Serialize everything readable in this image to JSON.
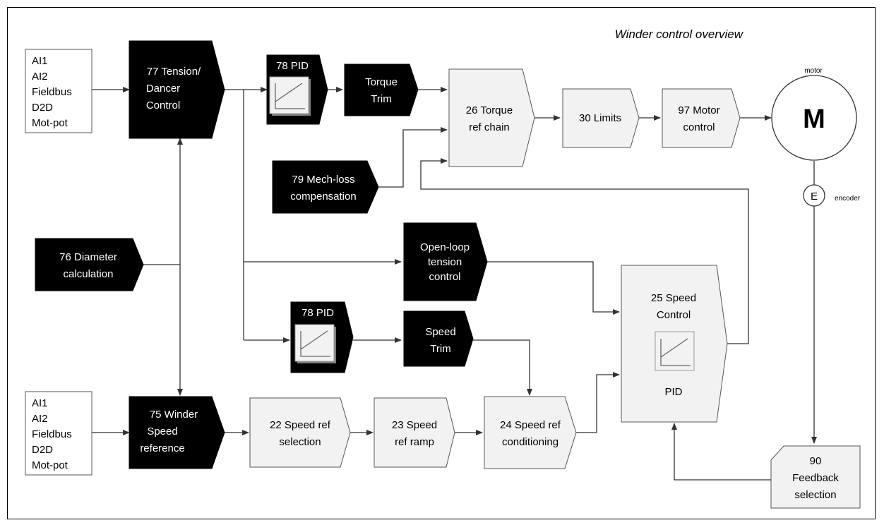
{
  "title": "Winder control overview",
  "sources": {
    "top": [
      "AI1",
      "AI2",
      "Fieldbus",
      "D2D",
      "Mot-pot"
    ],
    "bottom": [
      "AI1",
      "AI2",
      "Fieldbus",
      "D2D",
      "Mot-pot"
    ]
  },
  "blocks": {
    "tension_control": [
      "77 Tension/",
      "Dancer",
      "Control"
    ],
    "pid_top": "78 PID",
    "torque_trim": [
      "Torque",
      "Trim"
    ],
    "torque_ref_chain": [
      "26 Torque",
      "ref chain"
    ],
    "limits": "30 Limits",
    "motor_control": [
      "97 Motor",
      "control"
    ],
    "mech_loss": [
      "79 Mech-loss",
      "compensation"
    ],
    "diameter_calc": [
      "76 Diameter",
      "calculation"
    ],
    "open_loop": [
      "Open-loop",
      "tension",
      "control"
    ],
    "pid_mid": "78 PID",
    "speed_trim": [
      "Speed",
      "Trim"
    ],
    "speed_control": [
      "25 Speed",
      "Control"
    ],
    "speed_control_pid": "PID",
    "winder_speed_ref": [
      "75 Winder",
      "Speed",
      "reference"
    ],
    "speed_ref_selection": [
      "22 Speed ref",
      "selection"
    ],
    "speed_ref_ramp": [
      "23 Speed",
      "ref ramp"
    ],
    "speed_ref_conditioning": [
      "24 Speed ref",
      "conditioning"
    ],
    "feedback_selection": [
      "90",
      "Feedback",
      "selection"
    ]
  },
  "motor": {
    "caption": "motor",
    "symbol": "M"
  },
  "encoder": {
    "caption": "encoder",
    "symbol": "E"
  }
}
